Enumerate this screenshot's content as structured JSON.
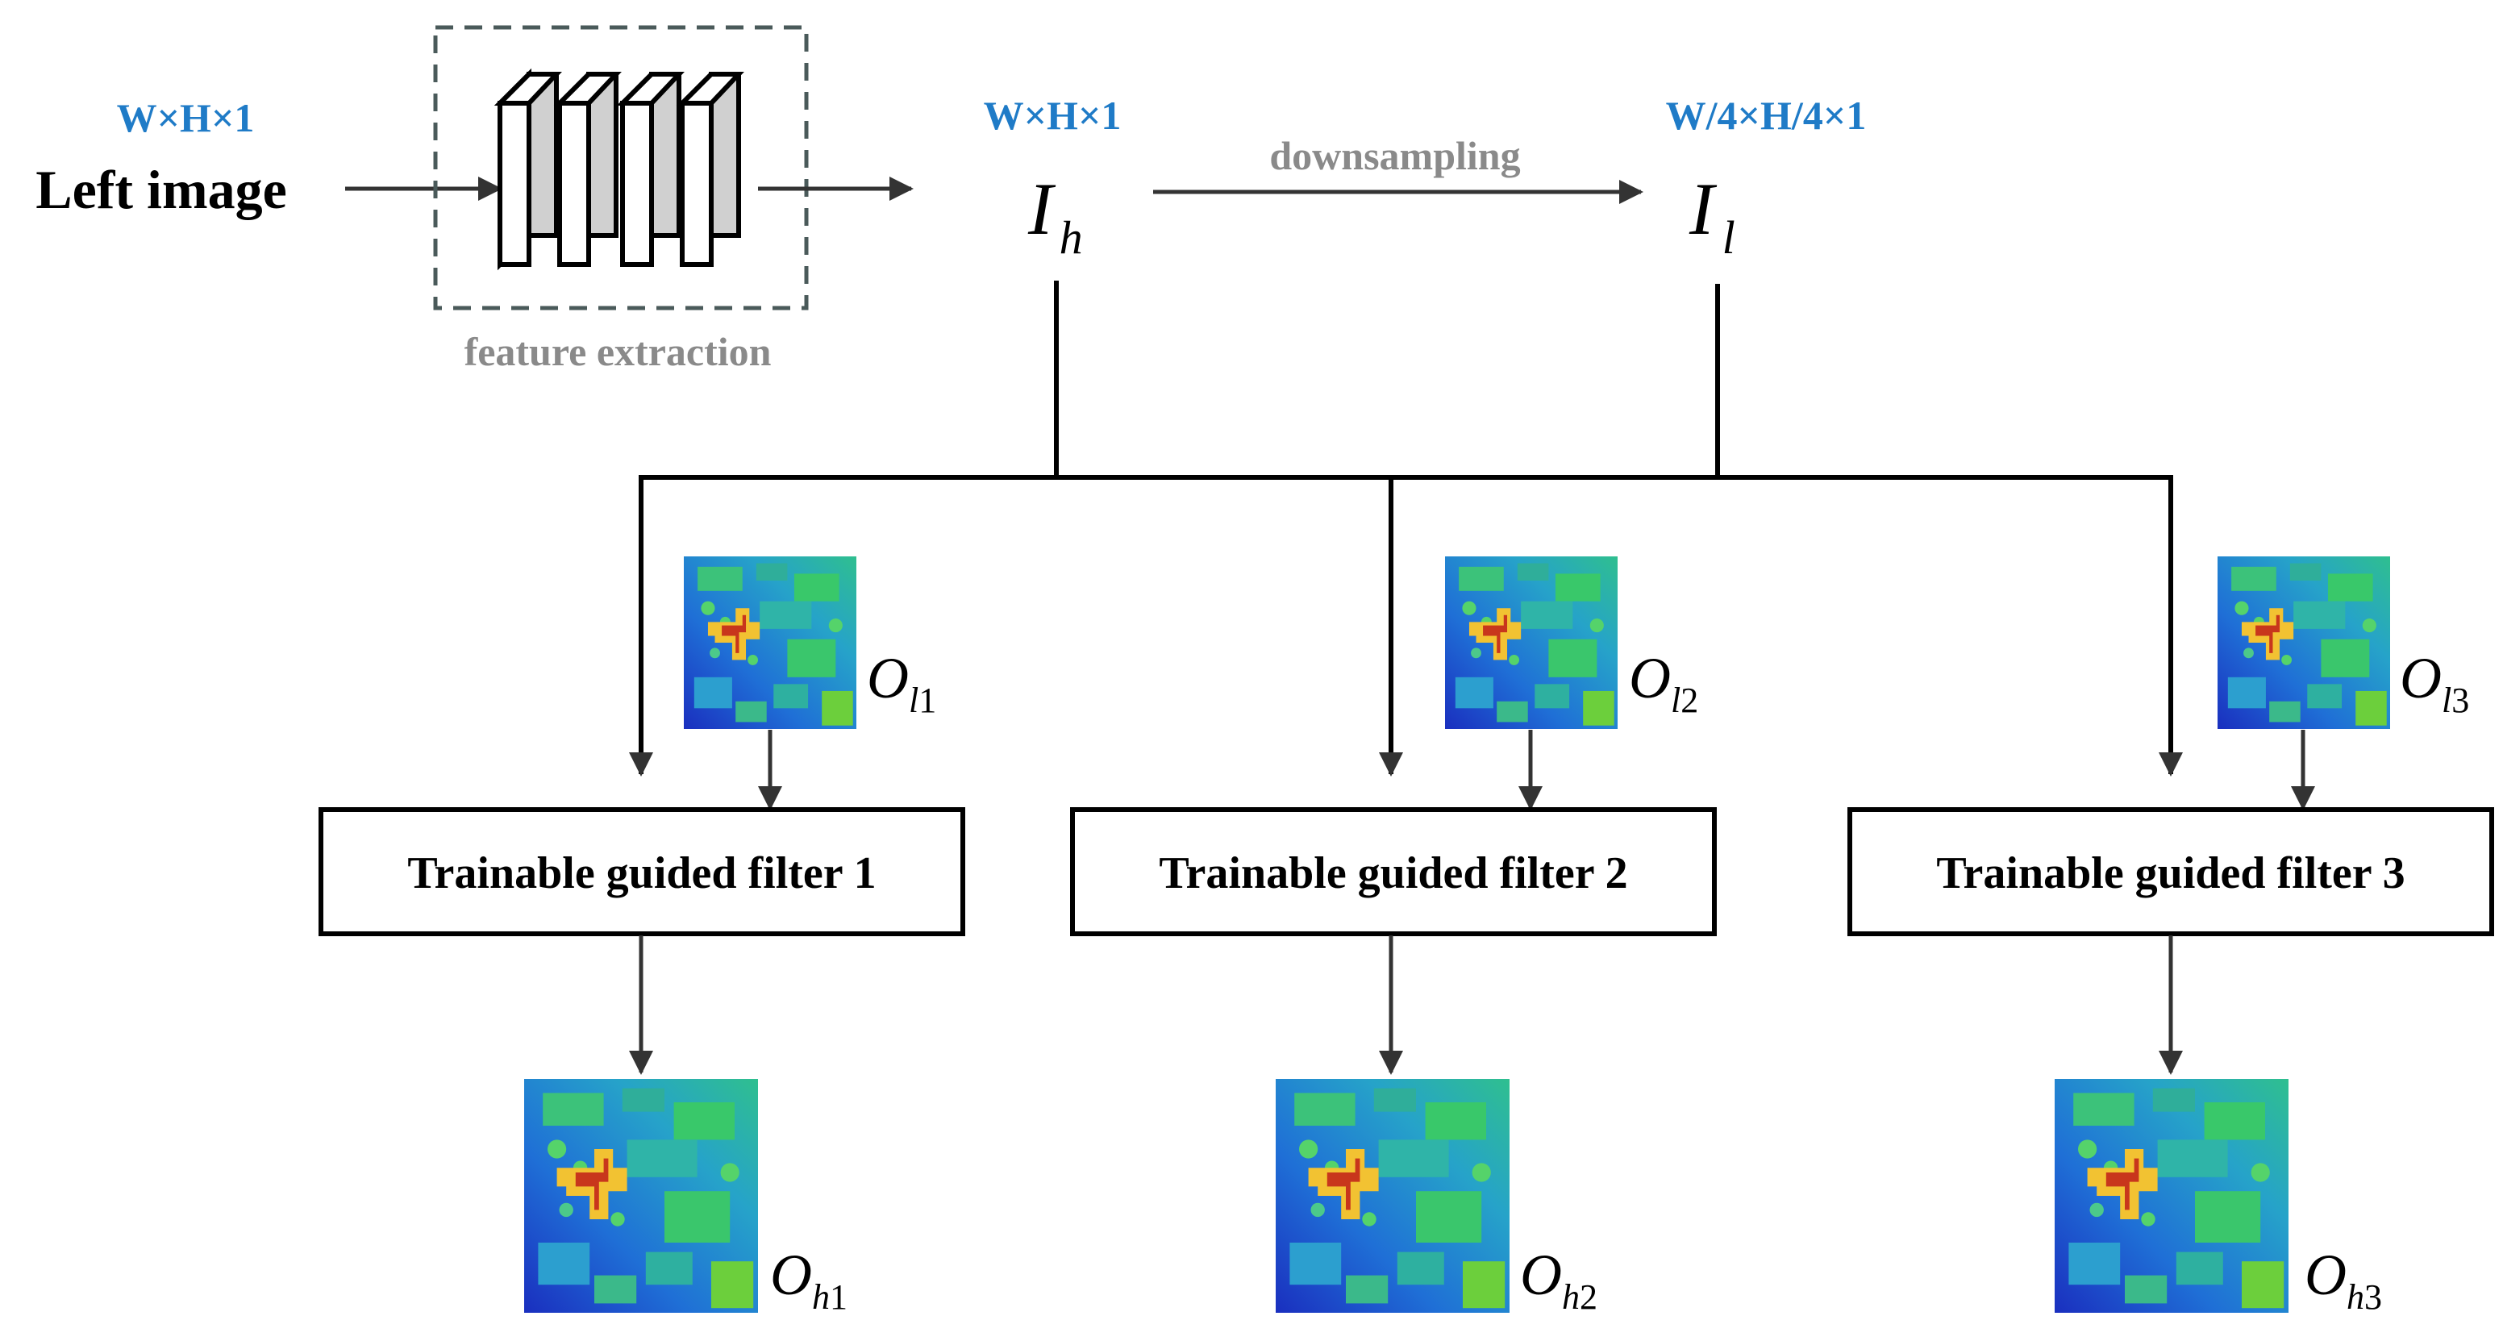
{
  "input": {
    "dim": "W×H×1",
    "label": "Left image"
  },
  "feature_extraction": {
    "label": "feature extraction"
  },
  "high_res": {
    "dim": "W×H×1",
    "symbol": "I",
    "sub": "h"
  },
  "downsampling": {
    "label": "downsampling"
  },
  "low_res": {
    "dim": "W/4×H/4×1",
    "symbol": "I",
    "sub": "l"
  },
  "filters": [
    {
      "label": "Trainable guided filter 1",
      "input_symbol": "O",
      "input_sub_letter": "l",
      "input_sub_num": "1",
      "output_symbol": "O",
      "output_sub_letter": "h",
      "output_sub_num": "1"
    },
    {
      "label": "Trainable guided filter 2",
      "input_symbol": "O",
      "input_sub_letter": "l",
      "input_sub_num": "2",
      "output_symbol": "O",
      "output_sub_letter": "h",
      "output_sub_num": "2"
    },
    {
      "label": "Trainable guided filter 3",
      "input_symbol": "O",
      "input_sub_letter": "l",
      "input_sub_num": "3",
      "output_symbol": "O",
      "output_sub_letter": "h",
      "output_sub_num": "3"
    }
  ],
  "colors": {
    "dim_text": "#1f7bc7",
    "gray_text": "#8a8a8a",
    "line": "#333333",
    "box_border": "#000000",
    "dashed_border": "#4a5a5a"
  }
}
